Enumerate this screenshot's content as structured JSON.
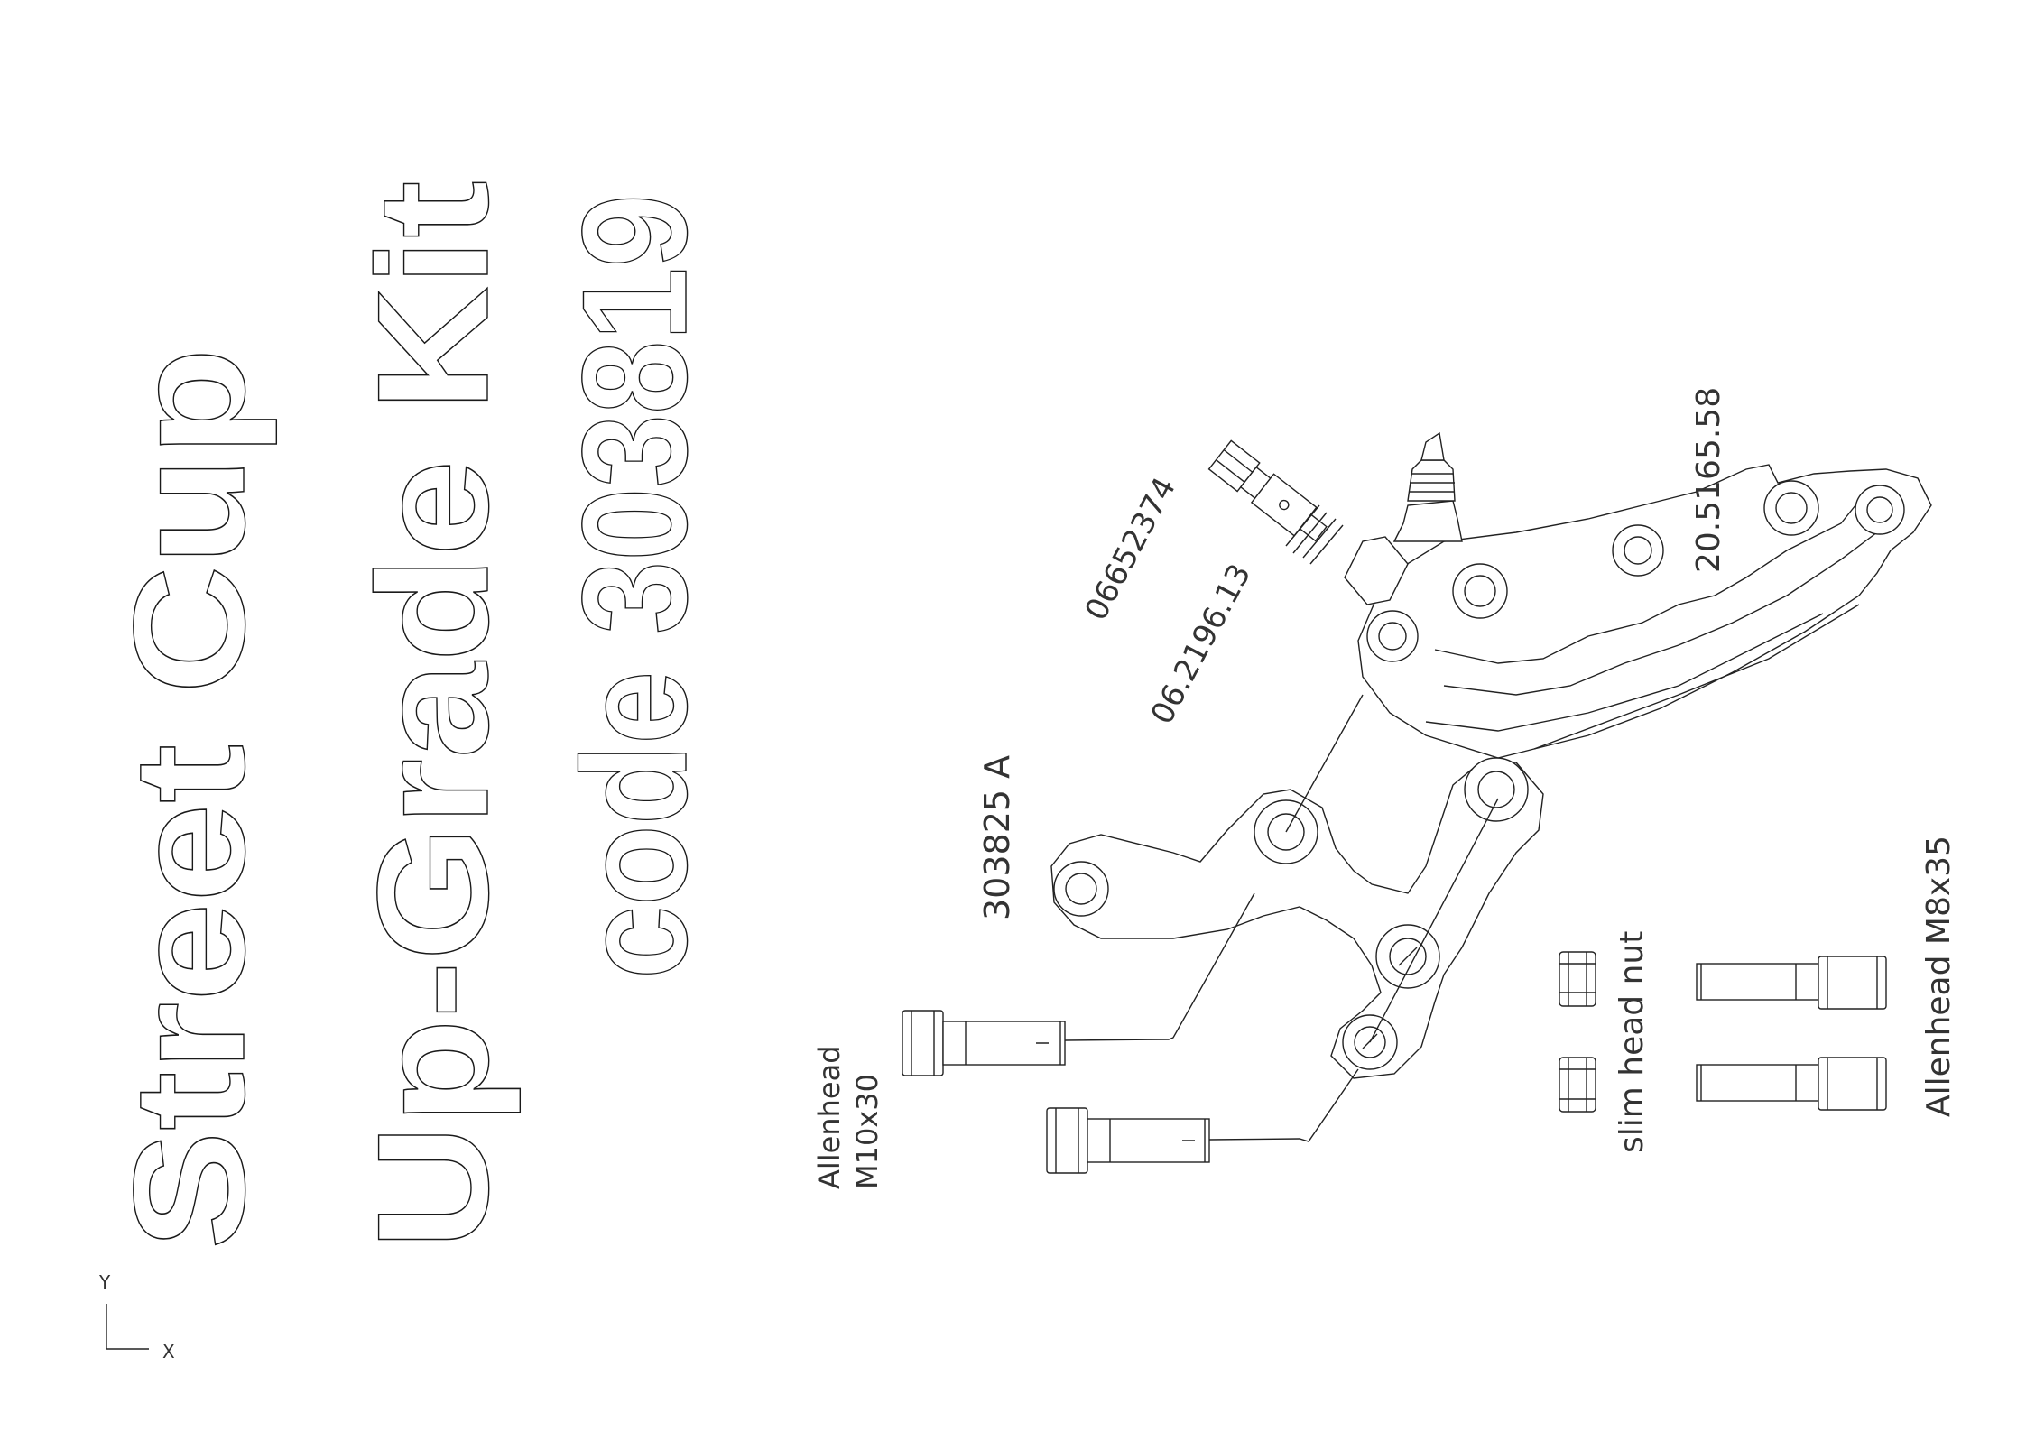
{
  "title": {
    "line1": "Street Cup",
    "line2": "Up-Grade Kit",
    "line3": "code 303819"
  },
  "part_labels": {
    "banjo_code": "06652374",
    "washer_code": "06.2196.13",
    "caliper_code": "20.5165.58",
    "bracket_code": "303825  A",
    "bolt_left_name": "Allenhead",
    "bolt_left_size": "M10x30",
    "nut_label": "slim head nut",
    "bolt_right_label": "Allenhead M8x35"
  },
  "axis": {
    "y": "Y",
    "x": "X"
  },
  "colors": {
    "line": "#222222",
    "background": "#ffffff"
  }
}
